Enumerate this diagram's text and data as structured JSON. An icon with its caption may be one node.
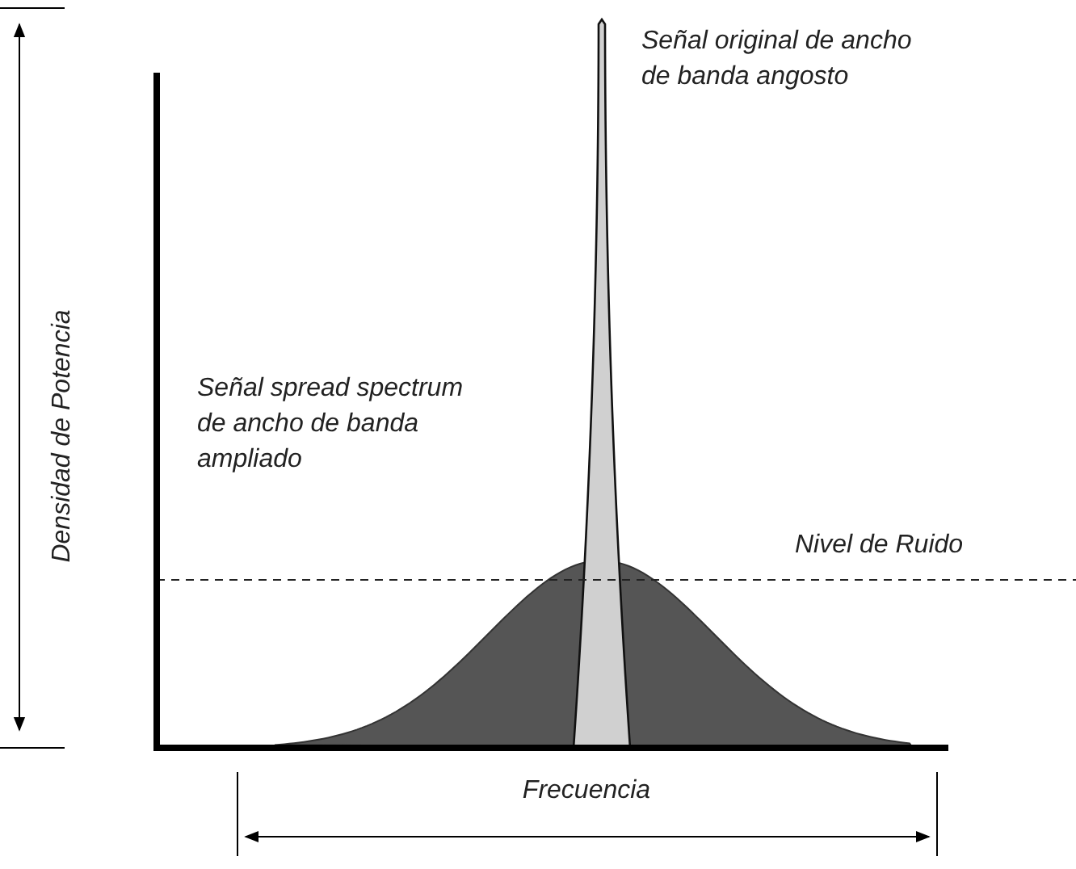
{
  "diagram": {
    "labels": [
      "Señal original de ancho de banda angosto",
      "Densidad de Potencia",
      "Señal spread spectrum de ancho de banda ampliado",
      "Nivel de Ruido",
      "Frecuencia"
    ]
  }
}
